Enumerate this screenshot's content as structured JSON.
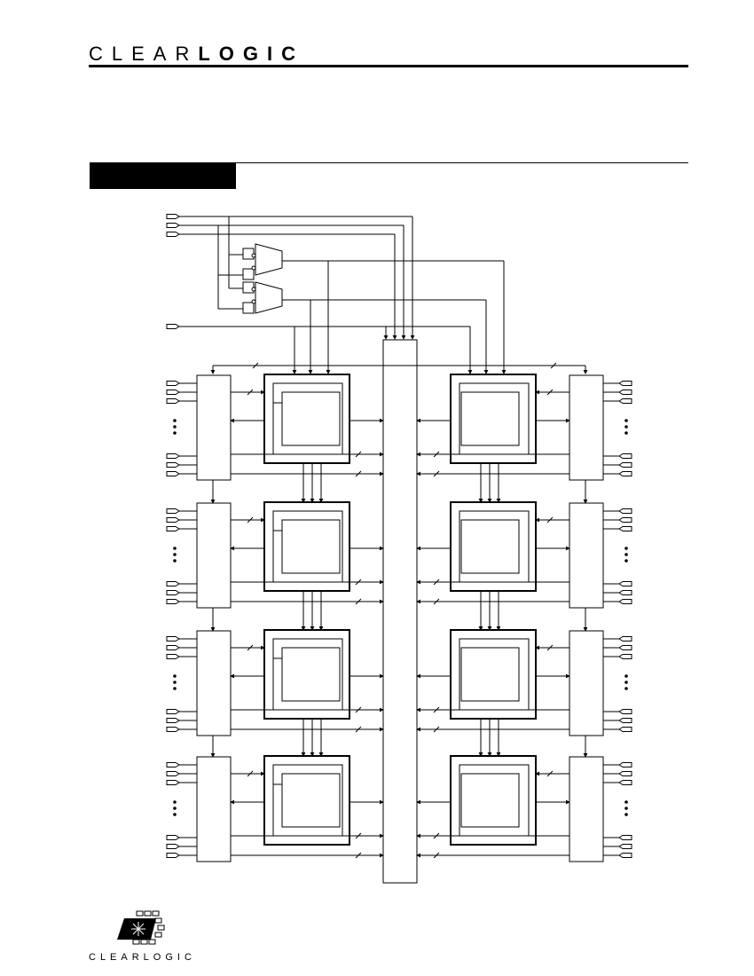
{
  "header": {
    "brand_part1": "CLEAR",
    "brand_part2": "LOGIC"
  },
  "footer": {
    "brand": "CLEARLOGIC"
  },
  "colors": {
    "ink": "#000000",
    "background": "#ffffff"
  },
  "diagram": {
    "logic_block_rows": 4,
    "logic_block_columns": 2,
    "icons": [
      "input-pin-icon",
      "and-gate-icon",
      "ellipsis-icon"
    ]
  }
}
